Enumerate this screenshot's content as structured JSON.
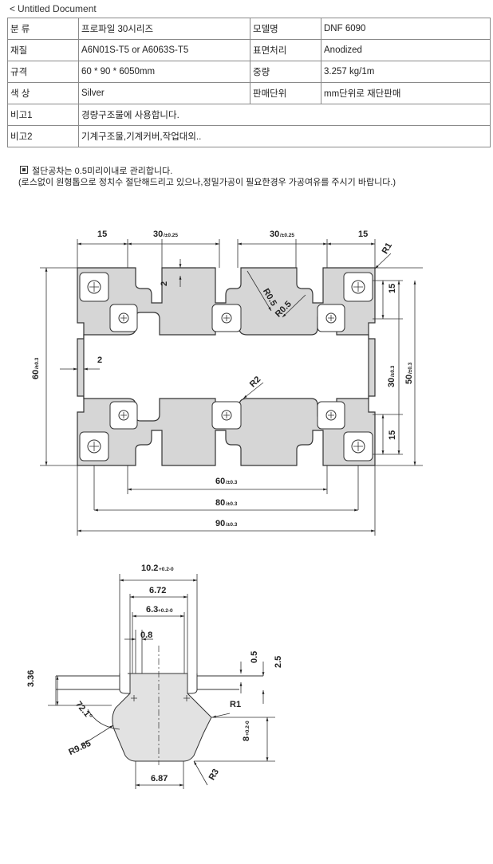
{
  "window": {
    "back": "<",
    "title": "Untitled Document"
  },
  "spec": [
    {
      "k1": "분 류",
      "v1": "프로파일 30시리즈",
      "k2": "모델명",
      "v2": "DNF 6090"
    },
    {
      "k1": "재질",
      "v1": "A6N01S-T5 or A6063S-T5",
      "k2": "표면처리",
      "v2": "Anodized"
    },
    {
      "k1": "규격",
      "v1": "60 * 90 * 6050mm",
      "k2": "중량",
      "v2": "3.257 kg/1m"
    },
    {
      "k1": "색 상",
      "v1": "Silver",
      "k2": "판매단위",
      "v2": "mm단위로 재단판매"
    },
    {
      "k1": "비고1",
      "v1": "경량구조물에 사용합니다."
    },
    {
      "k1": "비고2",
      "v1": "기계구조물,기계커버,작업대외.."
    }
  ],
  "notes": {
    "line1": "절단공차는 0.5미리이내로 관리합니다.",
    "line2": "(로스없이 원형톱으로 정치수 절단해드리고 있으나,정밀가공이 필요한경우 가공여유를 주시기 바랍니다.)"
  },
  "drawing1": {
    "top_15_left": "15",
    "top_30_left": "30",
    "top_30_left_tol": "/±0.25",
    "top_30_right": "30",
    "top_30_right_tol": "/±0.25",
    "top_15_right": "15",
    "r1": "R1",
    "r05a": "R0.5",
    "r05b": "R0.5",
    "r2": "R2",
    "wall_top": "2",
    "wall_left": "2",
    "left_60": "60",
    "left_60_tol": "/±0.3",
    "right_15_top": "15",
    "right_30": "30",
    "right_30_tol": "/±0.3",
    "right_50": "50",
    "right_50_tol": "/±0.3",
    "right_15_bot": "15",
    "bot_60": "60",
    "bot_60_tol": "/±0.3",
    "bot_80": "80",
    "bot_80_tol": "/±0.3",
    "bot_90": "90",
    "bot_90_tol": "/±0.3"
  },
  "drawing2": {
    "d102": "10.2",
    "d102_tol": "+0.2-0",
    "d672": "6.72",
    "d63": "6.3",
    "d63_tol": "+0.2-0",
    "d08": "0.8",
    "d336": "3.36",
    "d05": "0.5",
    "d25": "2.5",
    "r1": "R1",
    "d8": "8",
    "d8_tol": "+0.2-0",
    "ang": "72.1°",
    "r985": "R9.85",
    "r3": "R3",
    "d687": "6.87"
  }
}
